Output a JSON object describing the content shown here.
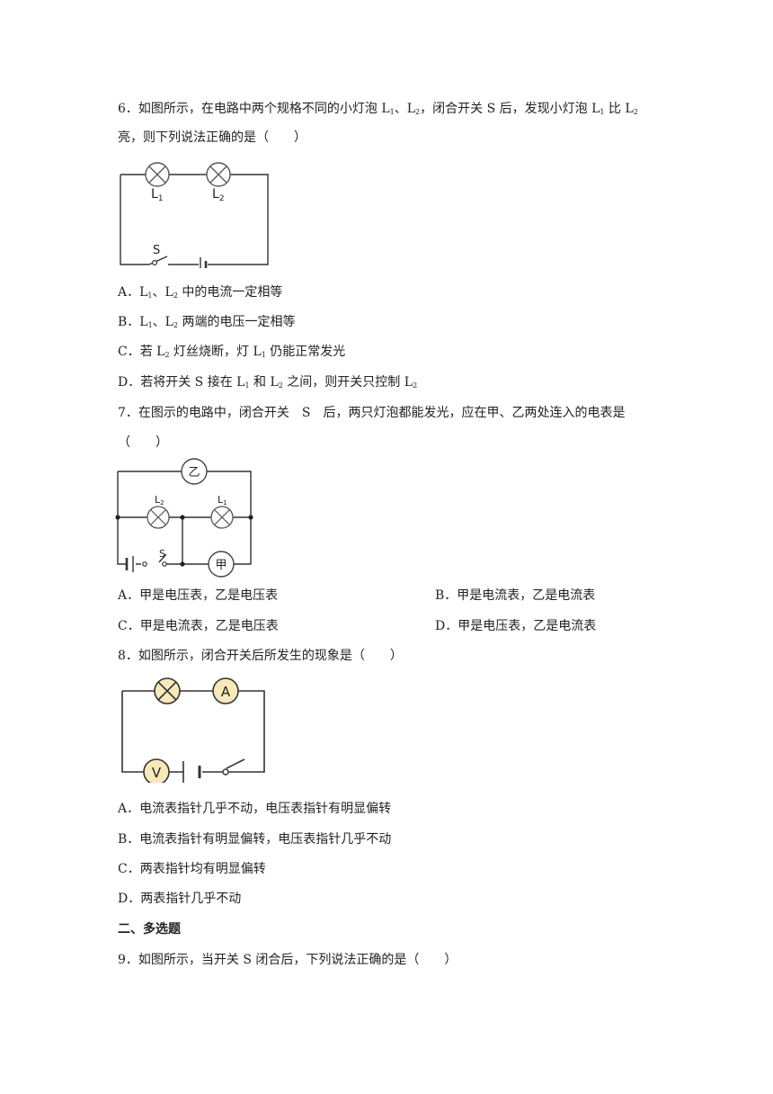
{
  "q6": {
    "stem_a": "6．如图所示，在电路中两个规格不同的小灯泡 L",
    "sub1": "1",
    "sep": "、L",
    "sub2": "2",
    "stem_b": "，闭合开关 S 后，发现小灯泡 L",
    "sub3": "1",
    "stem_c": " 比 L",
    "sub4": "2",
    "stem_line2": "亮，则下列说法正确的是（　　）",
    "figure": {
      "lamp1": "L",
      "lamp1_sub": "1",
      "lamp2": "L",
      "lamp2_sub": "2",
      "switch": "S"
    },
    "optA": {
      "a": "A．L",
      "s1": "1",
      "b": "、L",
      "s2": "2",
      "c": " 中的电流一定相等"
    },
    "optB": {
      "a": "B．L",
      "s1": "1",
      "b": "、L",
      "s2": "2",
      "c": " 两端的电压一定相等"
    },
    "optC": {
      "a": "C．若 L",
      "s1": "2",
      "b": " 灯丝烧断，灯 L",
      "s2": "1",
      "c": " 仍能正常发光"
    },
    "optD": {
      "a": "D．若将开关 S 接在 L",
      "s1": "1",
      "b": " 和 L",
      "s2": "2",
      "c": " 之间，则开关只控制 L",
      "s3": "2"
    }
  },
  "q7": {
    "stem": "7．在图示的电路中，闭合开关　S　后，两只灯泡都能发光，应在甲、乙两处连入的电表是",
    "stem_line2": "（　　）",
    "figure": {
      "meter_top": "乙",
      "meter_bottom": "甲",
      "lamp_left": "L",
      "lamp_left_sub": "2",
      "lamp_right": "L",
      "lamp_right_sub": "1",
      "switch": "S"
    },
    "optA": "A．甲是电压表，乙是电压表",
    "optB": "B．甲是电流表，乙是电流表",
    "optC": "C．甲是电流表，乙是电压表",
    "optD": "D．甲是电压表，乙是电流表"
  },
  "q8": {
    "stem": "8．如图所示，闭合开关后所发生的现象是（　　）",
    "figure": {
      "ammeter": "A",
      "voltmeter": "V"
    },
    "optA": "A．电流表指针几乎不动，电压表指针有明显偏转",
    "optB": "B．电流表指针有明显偏转，电压表指针几乎不动",
    "optC": "C．两表指针均有明显偏转",
    "optD": "D．两表指针几乎不动"
  },
  "section2": "二、多选题",
  "q9": {
    "stem": "9．如图所示，当开关 S 闭合后，下列说法正确的是（　　）"
  },
  "colors": {
    "meter_fill": "#f7e9b8",
    "wire": "#333333"
  }
}
